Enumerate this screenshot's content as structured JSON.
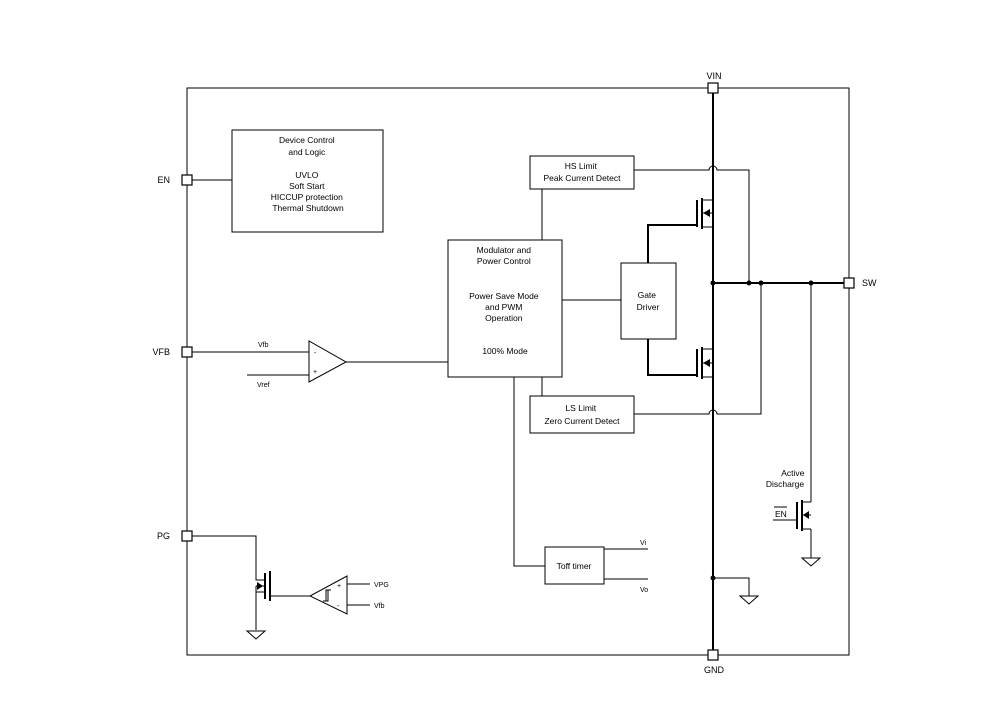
{
  "pins": {
    "vin": "VIN",
    "en": "EN",
    "vfb": "VFB",
    "pg": "PG",
    "sw": "SW",
    "gnd": "GND"
  },
  "blocks": {
    "device_control": [
      "Device Control",
      "and Logic",
      "",
      "UVLO",
      "Soft Start",
      "HICCUP protection",
      "Thermal Shutdown"
    ],
    "hs_limit": [
      "HS Limit",
      "Peak Current Detect"
    ],
    "modulator": [
      "Modulator and",
      "Power Control",
      "",
      "Power Save Mode",
      "and PWM",
      "Operation",
      "",
      "100% Mode"
    ],
    "gate_driver": [
      "Gate",
      "Driver"
    ],
    "ls_limit": [
      "LS Limit",
      "Zero Current Detect"
    ],
    "toff_timer": "Toff timer",
    "active_discharge": [
      "Active",
      "Discharge"
    ],
    "discharge_en": "EN"
  },
  "signals": {
    "comp_minus": "Vfb",
    "comp_plus": "Vref",
    "pg_plus": "VPG",
    "pg_minus": "Vfb",
    "timer_in1": "Vi",
    "timer_in2": "Vo",
    "comp_minus_sign": "-",
    "comp_plus_sign": "+",
    "pg_plus_sign": "+",
    "pg_minus_sign": "-"
  }
}
